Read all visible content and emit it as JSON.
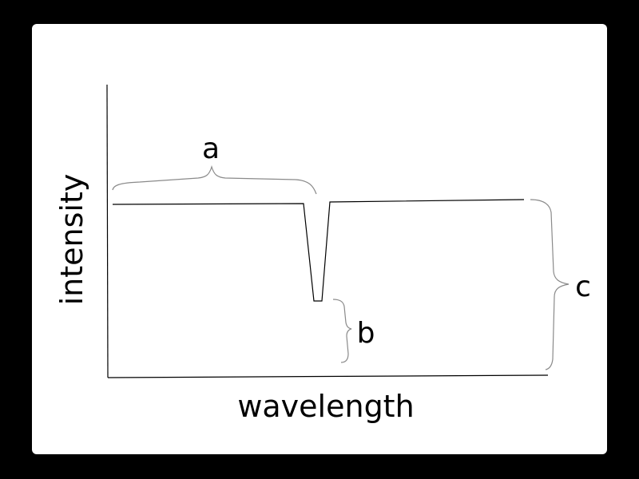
{
  "colors": {
    "background": "#000000",
    "canvas": "#ffffff",
    "line": "#000000",
    "brace": "#8a8a8a"
  },
  "axes": {
    "xlabel": "wavelength",
    "ylabel": "intensity"
  },
  "annotations": {
    "a": "a",
    "b": "b",
    "c": "c"
  }
}
